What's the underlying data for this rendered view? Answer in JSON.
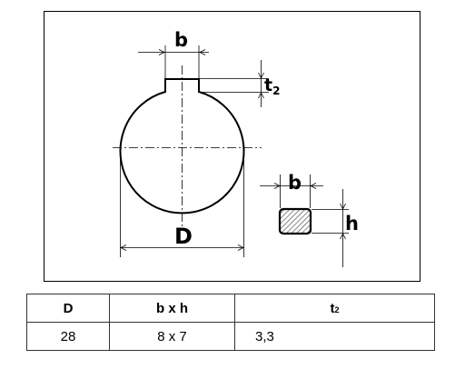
{
  "diagram": {
    "labels": {
      "b_top": "b",
      "t2_base": "t",
      "t2_sub": "2",
      "D": "D",
      "b_key": "b",
      "h_key": "h"
    }
  },
  "table": {
    "headers": [
      {
        "base": "D",
        "sub": ""
      },
      {
        "base": "b x h",
        "sub": ""
      },
      {
        "base": "t",
        "sub": "2"
      }
    ],
    "rows": [
      [
        "28",
        "8 x 7",
        "3,3"
      ]
    ]
  }
}
